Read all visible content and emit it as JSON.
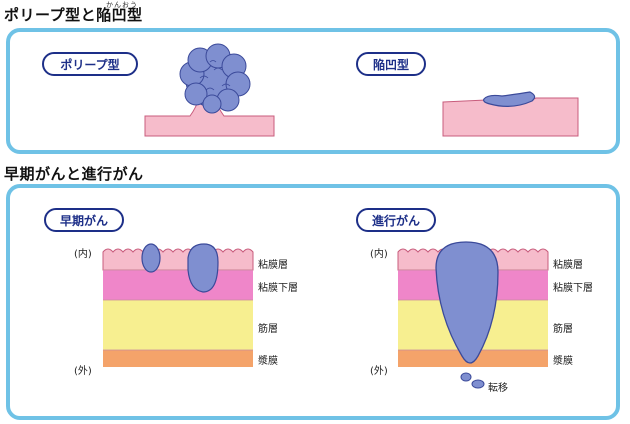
{
  "section1": {
    "title": "ポリープ型と陥凹型",
    "ruby": "かんおう",
    "polyp_label": "ポリープ型",
    "depressed_label": "陥凹型"
  },
  "section2": {
    "title": "早期がんと進行がん",
    "early": {
      "label": "早期がん",
      "inner": "(内)",
      "outer": "(外)"
    },
    "advanced": {
      "label": "進行がん",
      "inner": "(内)",
      "outer": "(外)",
      "metastasis": "転移"
    },
    "layers": [
      "粘膜層",
      "粘膜下層",
      "筋層",
      "漿膜"
    ]
  },
  "colors": {
    "frame": "#6fc2e6",
    "pill_text": "#1d2f88",
    "tumor": "#7f8fd0",
    "tumor_edge": "#3b4a9a",
    "mucosa": "#f6bccb",
    "submucosa": "#ef86c9",
    "muscle": "#f7ef90",
    "serosa": "#f4a36a"
  }
}
